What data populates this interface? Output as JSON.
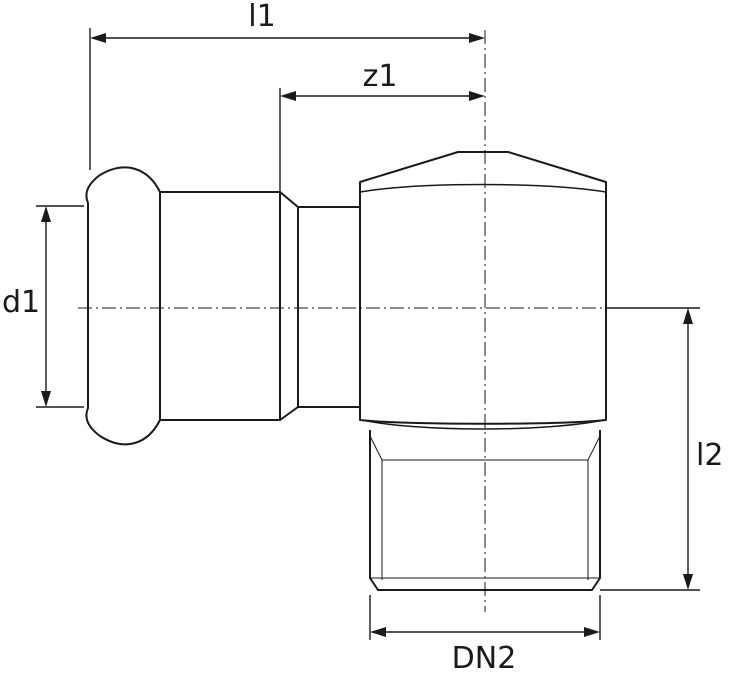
{
  "labels": {
    "l1": "l1",
    "z1": "z1",
    "d1": "d1",
    "l2": "l2",
    "DN2": "DN2"
  }
}
